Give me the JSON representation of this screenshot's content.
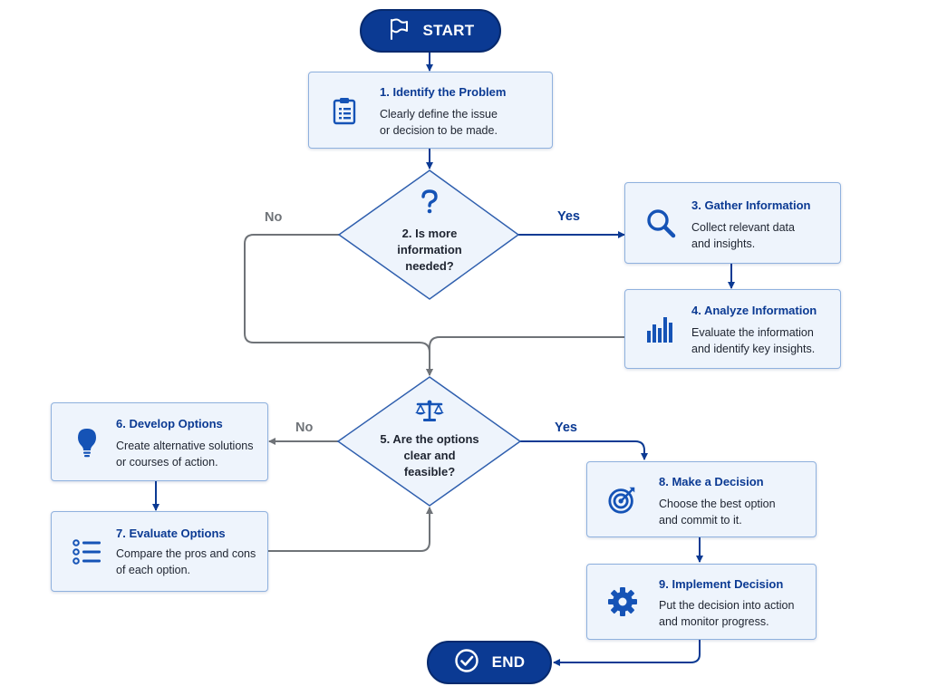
{
  "start": {
    "label": "START",
    "icon": "flag-icon"
  },
  "end": {
    "label": "END",
    "icon": "check-circle-icon"
  },
  "steps": {
    "identify": {
      "title": "1. Identify the Problem",
      "desc_line1": "Clearly define the issue",
      "desc_line2": "or decision to be made.",
      "icon": "clipboard-icon"
    },
    "gather": {
      "title": "3. Gather Information",
      "desc_line1": "Collect relevant data",
      "desc_line2": "and insights.",
      "icon": "magnifier-icon"
    },
    "analyze": {
      "title": "4. Analyze Information",
      "desc_line1": "Evaluate the information",
      "desc_line2": "and identify key insights.",
      "icon": "bar-chart-icon"
    },
    "develop": {
      "title": "6. Develop Options",
      "desc_line1": "Create alternative solutions",
      "desc_line2": "or courses of action.",
      "icon": "lightbulb-icon"
    },
    "evaluate": {
      "title": "7. Evaluate Options",
      "desc_line1": "Compare the pros and cons",
      "desc_line2": "of each option.",
      "icon": "checklist-icon"
    },
    "decide": {
      "title": "8. Make a Decision",
      "desc_line1": "Choose the best option",
      "desc_line2": "and commit to it.",
      "icon": "target-icon"
    },
    "implement": {
      "title": "9. Implement Decision",
      "desc_line1": "Put the decision into action",
      "desc_line2": "and monitor progress.",
      "icon": "gear-icon"
    }
  },
  "decisions": {
    "more_info": {
      "line1": "2. Is more",
      "line2": "information",
      "line3": "needed?",
      "icon": "question-icon",
      "yes_label": "Yes",
      "no_label": "No"
    },
    "options_clear": {
      "line1": "5. Are the options",
      "line2": "clear and",
      "line3": "feasible?",
      "icon": "scales-icon",
      "yes_label": "Yes",
      "no_label": "No"
    }
  },
  "colors": {
    "primary": "#0b3a93",
    "box_fill": "#eef4fc",
    "box_border": "#8fb1de",
    "no_path": "#6f7378",
    "icon_blue": "#1553b6"
  }
}
